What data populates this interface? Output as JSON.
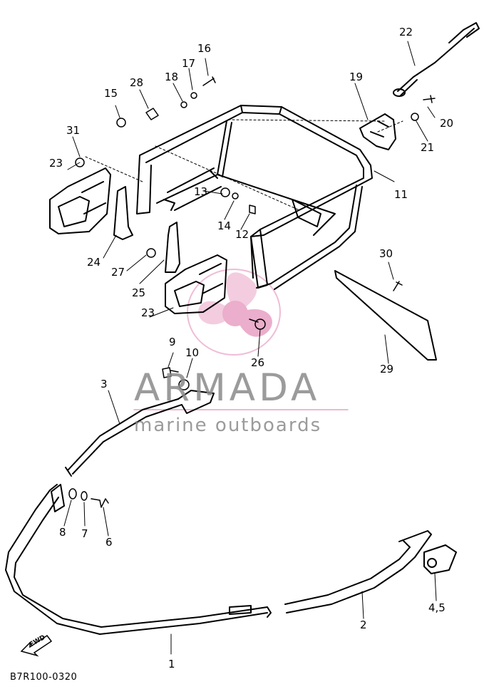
{
  "diagram_code": "B7R100-0320",
  "watermark": {
    "brand": "ARMADA",
    "tagline": "marine outboards"
  },
  "forward_label": "FWD",
  "part_numbers": [
    "1",
    "2",
    "3",
    "4,5",
    "6",
    "7",
    "8",
    "9",
    "10",
    "11",
    "12",
    "13",
    "14",
    "15",
    "16",
    "17",
    "18",
    "19",
    "20",
    "21",
    "22",
    "23",
    "23",
    "24",
    "25",
    "26",
    "27",
    "28",
    "29",
    "30",
    "31"
  ],
  "colors": {
    "line": "#000000",
    "watermark_gray": "#8a8a8a",
    "watermark_pink": "#e8a0c4"
  }
}
